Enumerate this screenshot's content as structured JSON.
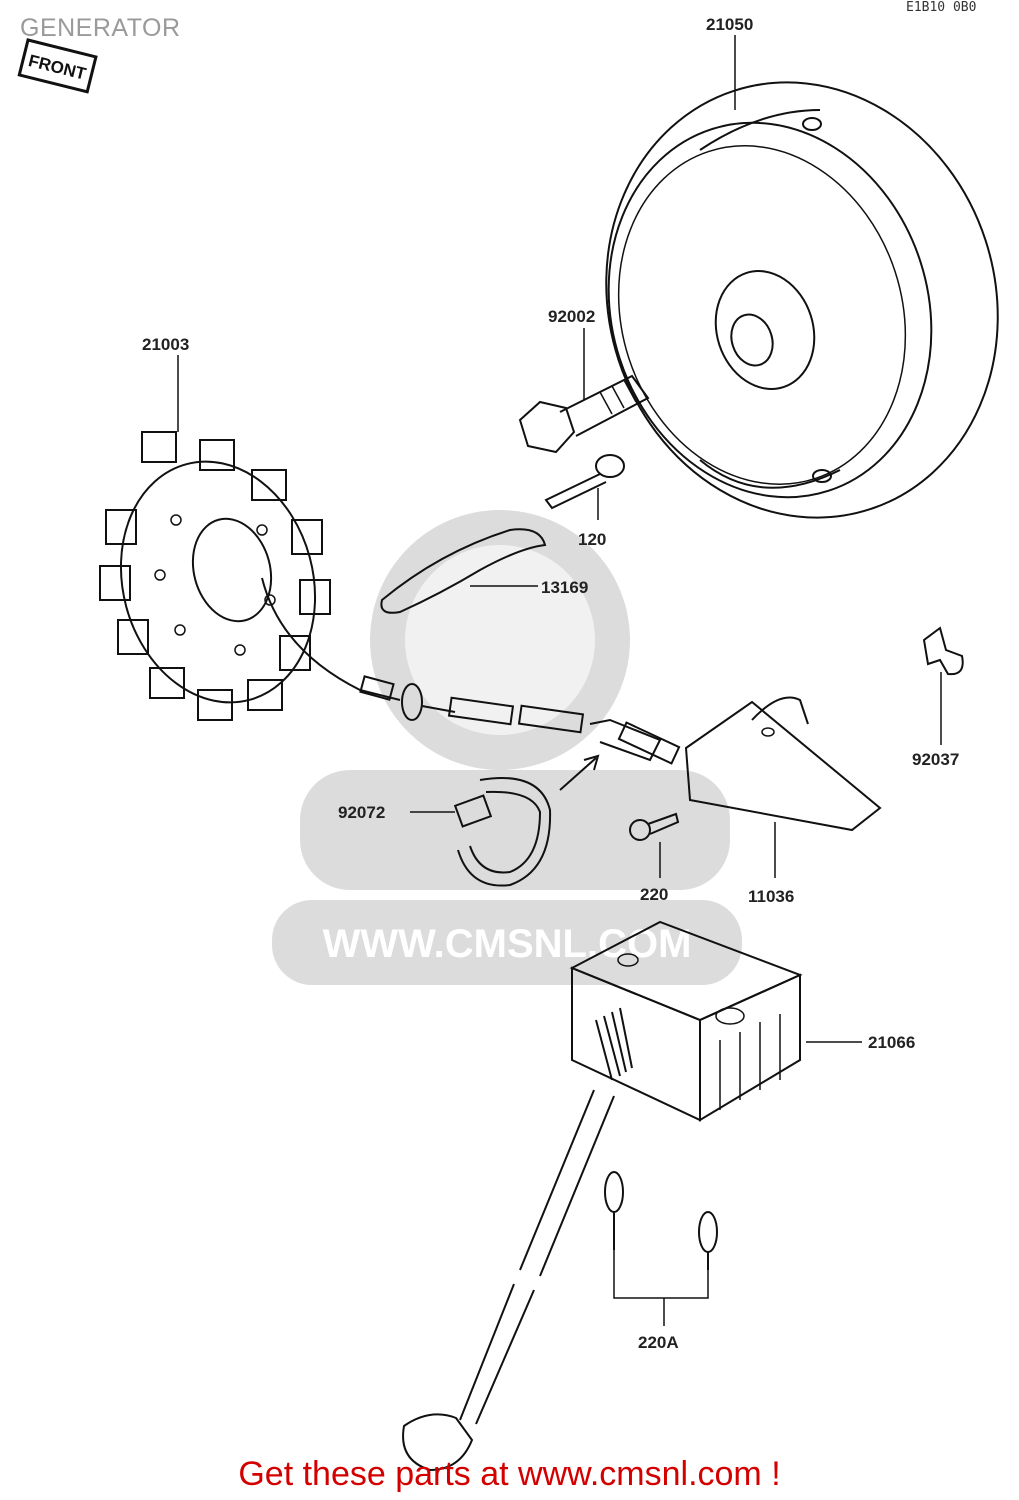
{
  "header": {
    "title": "GENERATOR",
    "diagram_code": "E1Ḃ10 0Ḃ0"
  },
  "front_tag": "FRONT",
  "parts": {
    "p21050": "21050",
    "p92002": "92002",
    "p21003": "21003",
    "p120": "120",
    "p13169": "13169",
    "p92037": "92037",
    "p92072": "92072",
    "p220": "220",
    "p11036": "11036",
    "p21066": "21066",
    "p220A": "220A"
  },
  "watermark": {
    "text": "WWW.CMSNL.COM"
  },
  "footer": {
    "cta": "Get these parts at www.cmsnl.com !"
  }
}
